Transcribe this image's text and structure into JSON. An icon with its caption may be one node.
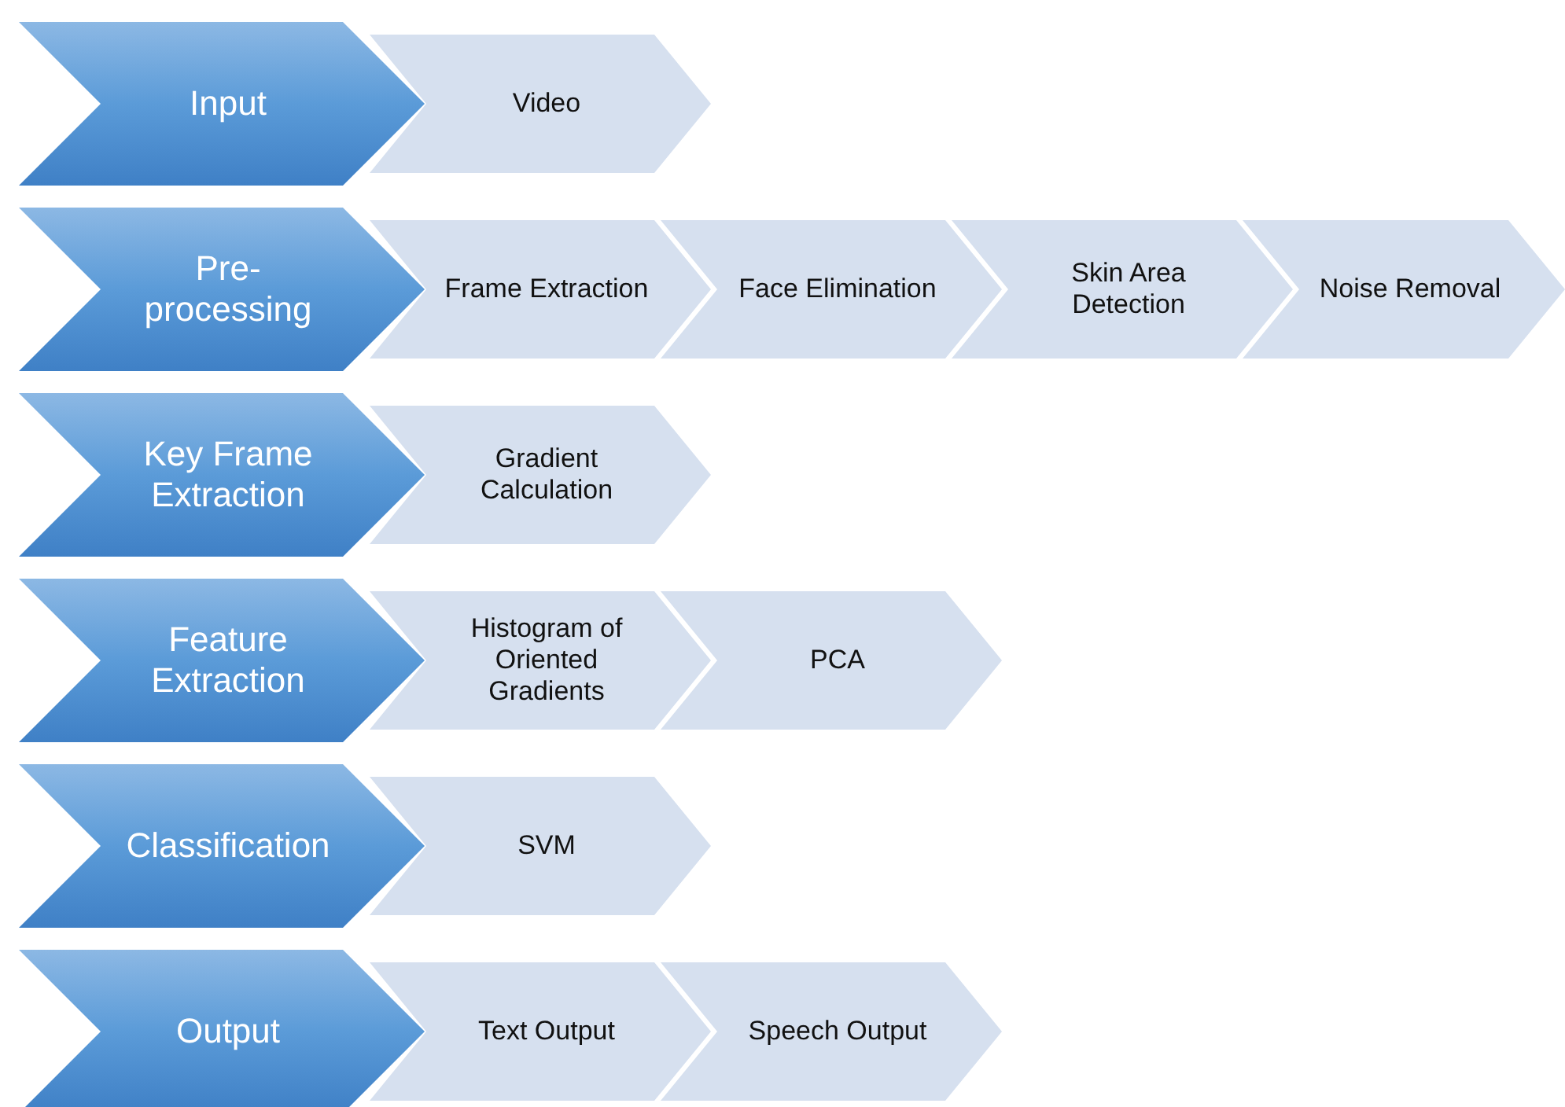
{
  "diagram": {
    "nodes": [
      {
        "text": [
          "Input"
        ]
      },
      {
        "text": [
          "Video"
        ]
      },
      {
        "text": [
          "Pre-processing"
        ]
      },
      {
        "text": [
          "Frame Extraction"
        ]
      },
      {
        "text": [
          "Face Elimination"
        ]
      },
      {
        "text": [
          "Skin Area Detection"
        ]
      },
      {
        "text": [
          "Noise Removal"
        ]
      },
      {
        "text": [
          "Key Frame Extraction"
        ]
      },
      {
        "text": [
          "Gradient Calculation"
        ]
      },
      {
        "text": [
          "Feature Extraction"
        ]
      },
      {
        "text": [
          "Histogram of Oriented Gradients"
        ]
      },
      {
        "text": [
          "PCA"
        ]
      },
      {
        "text": [
          "Classification"
        ]
      },
      {
        "text": [
          "SVM"
        ]
      },
      {
        "text": [
          "Output"
        ]
      },
      {
        "text": [
          "Text Output"
        ]
      },
      {
        "text": [
          "Speech Output"
        ]
      }
    ],
    "edges": []
  }
}
